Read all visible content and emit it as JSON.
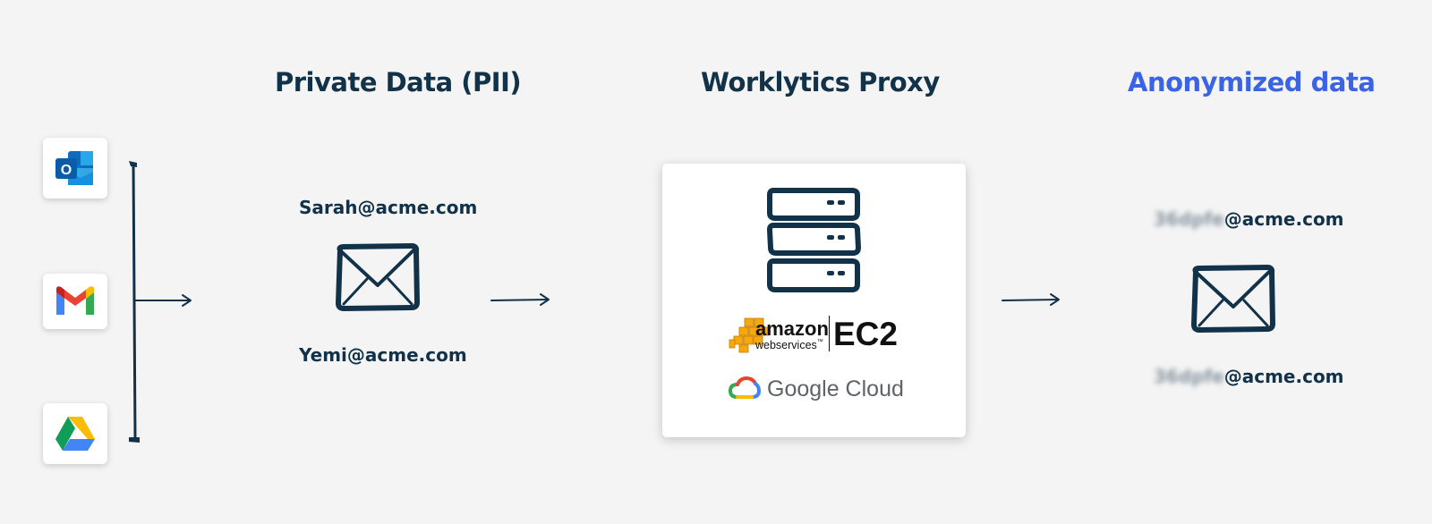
{
  "columns": {
    "private": {
      "title": "Private Data (PII)",
      "emails": [
        "Sarah@acme.com",
        "Yemi@acme.com"
      ]
    },
    "proxy": {
      "title": "Worklytics Proxy",
      "aws_word": "amazon",
      "aws_sub": "webservices",
      "aws_tm": "™",
      "ec2_label": "EC2",
      "google_cloud_label": "Google Cloud"
    },
    "anonymized": {
      "title": "Anonymized data",
      "emails": [
        {
          "hash": "36dpfe",
          "domain": "@acme.com"
        },
        {
          "hash": "36dpfe",
          "domain": "@acme.com"
        }
      ]
    }
  },
  "sources": [
    {
      "name": "Outlook",
      "icon": "outlook-icon",
      "letter": "O"
    },
    {
      "name": "Gmail",
      "icon": "gmail-icon"
    },
    {
      "name": "Google Drive",
      "icon": "google-drive-icon"
    }
  ],
  "colors": {
    "navy": "#12324a",
    "accent": "#3b63e6",
    "background": "#f4f4f4",
    "aws_orange": "#f7a80d"
  }
}
